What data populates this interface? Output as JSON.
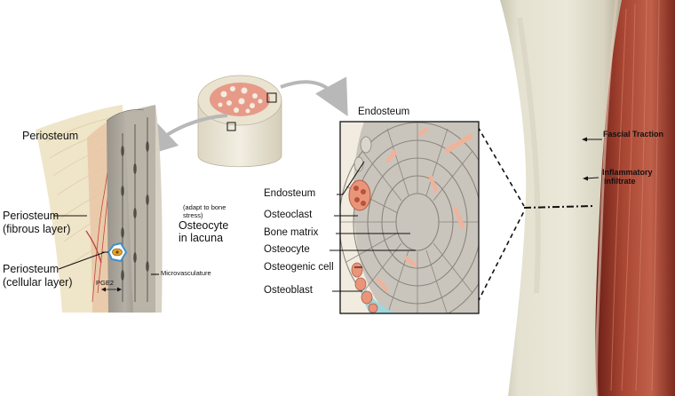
{
  "left_panel": {
    "periosteum": "Periosteum",
    "periosteum_fibrous_line1": "Periosteum",
    "periosteum_fibrous_line2": "(fibrous layer)",
    "periosteum_cellular_line1": "Periosteum",
    "periosteum_cellular_line2": "(cellular layer)",
    "adapt_line1": "(adapt to bone",
    "adapt_line2": "stress)",
    "osteocyte_line1": "Osteocyte",
    "osteocyte_line2": "in lacuna",
    "microvasculature": "Microvasculature",
    "pge2": "PGE2"
  },
  "inset": {
    "endosteum_top": "Endosteum",
    "endosteum": "Endosteum",
    "osteoclast": "Osteoclast",
    "bone_matrix": "Bone matrix",
    "osteocyte": "Osteocyte",
    "osteogenic_cell": "Osteogenic cell",
    "osteoblast": "Osteoblast"
  },
  "right_panel": {
    "fascial_traction": "Fascial Traction",
    "inflammatory_line1": "Inflammatory",
    "inflammatory_line2": "infiltrate"
  },
  "colors": {
    "bone": "#ede6d3",
    "compact_bone": "#a9a39a",
    "osteon_tissue": "#c9c5bd",
    "marrow": "#e79a88",
    "muscle": "#9e3a2c"
  }
}
